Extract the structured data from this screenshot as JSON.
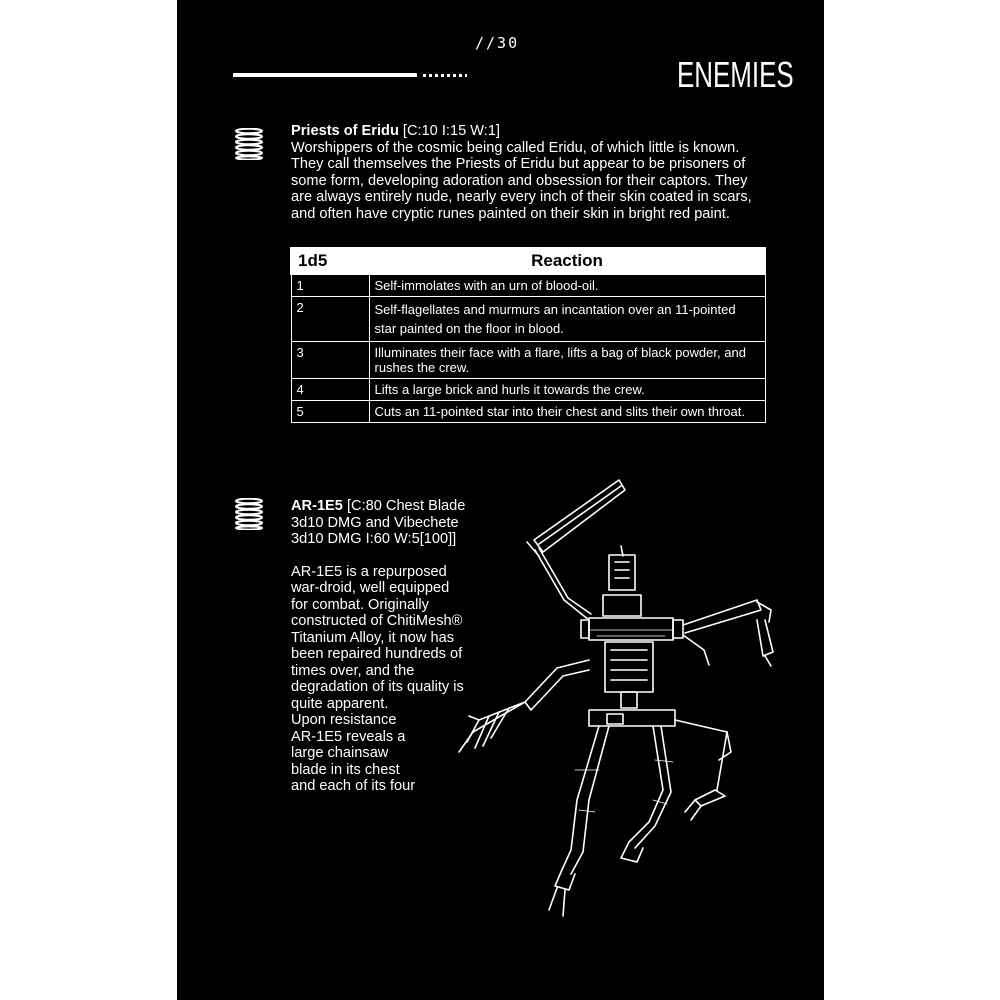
{
  "page": {
    "number": "//30",
    "section_title": "ENEMIES"
  },
  "priests": {
    "name": "Priests of Eridu",
    "stats": "[C:10 I:15 W:1]",
    "description": "Worshippers of the cosmic being called Eridu, of which little is known. They call themselves the Priests of Eridu but appear to be prisoners of some form, developing  adoration and obsession for their captors. They are always entirely nude, nearly every inch of their skin coated in scars, and often have cryptic runes painted on their skin in bright red paint.",
    "table": {
      "headers": [
        "1d5",
        "Reaction"
      ],
      "rows": [
        {
          "roll": "1",
          "reaction": "Self-immolates with an urn of blood-oil."
        },
        {
          "roll": "2",
          "reaction": "Self-flagellates and murmurs an incantation over an 11-pointed star painted on the floor in blood."
        },
        {
          "roll": "3",
          "reaction": "Illuminates their face with a flare, lifts a bag of black powder, and rushes the crew."
        },
        {
          "roll": "4",
          "reaction": " Lifts a large brick and hurls it towards the crew."
        },
        {
          "roll": "5",
          "reaction": "Cuts an 11-pointed star into their chest and slits their own throat."
        }
      ]
    }
  },
  "ar1e5": {
    "name": "AR-1E5",
    "stats": "[C:80 Chest Blade 3d10 DMG and Vibechete 3d10 DMG I:60 W:5[100]]",
    "description_lines": [
      "AR-1E5 is a repurposed",
      "war-droid, well equipped",
      "for combat. Originally",
      "constructed of ChitiMesh®",
      "Titanium Alloy, it now has",
      "been repaired hundreds of",
      "times over, and the",
      "degradation of its quality is",
      "quite apparent.",
      "Upon resistance",
      "AR-1E5 reveals a",
      "large chainsaw",
      "blade in its chest",
      "and each of its four"
    ]
  },
  "colors": {
    "page_background": "#000000",
    "text": "#ffffff",
    "table_header_background": "#ffffff",
    "outer_background": "#ffffff"
  },
  "icons": [
    "spring-icon",
    "robot-sketch-illustration"
  ]
}
